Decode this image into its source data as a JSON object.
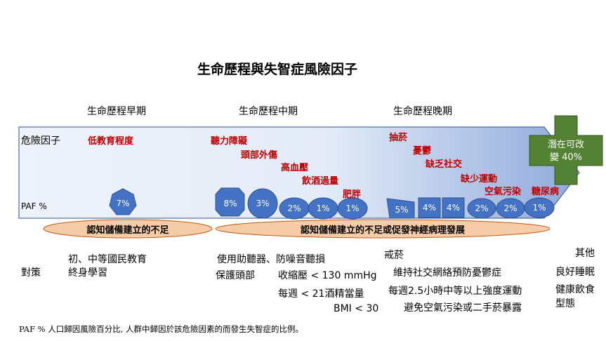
{
  "title": "生命歷程與失智症風險因子",
  "stages": [
    "生命歷程早期",
    "生命歷程中期",
    "生命歷程晚期"
  ],
  "row_labels": {
    "risk": "危險因子",
    "paf": "PAF %",
    "strategy": "對策"
  },
  "cross": {
    "line1": "潛在可改",
    "line2": "變 40%"
  },
  "risk_factors": [
    "低教育程度",
    "聽力障礙",
    "頭部外傷",
    "高血壓",
    "飲酒過量",
    "肥胖",
    "抽菸",
    "憂鬱",
    "缺乏社交",
    "缺少運動",
    "空氣污染",
    "糖尿病"
  ],
  "paf_values": [
    "7%",
    "8%",
    "3%",
    "2%",
    "1%",
    "1%",
    "5%",
    "4%",
    "4%",
    "2%",
    "2%",
    "1%"
  ],
  "ovals": [
    "認知儲備建立的不足",
    "認知儲備建立的不足或促發神經病理發展"
  ],
  "strategies": {
    "early": [
      "初、中等國民教育",
      "終身學習"
    ],
    "mid": [
      "使用助聽器、防噪音聽損",
      "保護頭部",
      "收縮壓 < 130 mmHg",
      "每週 < 21酒精當量",
      "BMI < 30"
    ],
    "late": [
      "戒菸",
      "維持社交網絡預防憂鬱症",
      "每週2.5小時中等以上強度運動",
      "避免空氣污染或二手菸暴露"
    ],
    "other": [
      "其他",
      "良好睡眠",
      "健康飲食",
      "型態"
    ]
  },
  "footnote": "PAF % 人口歸因風險百分比, 人群中歸因於該危險因素的而發生失智症的比例。",
  "colors": {
    "shape_fill": "#4472c4",
    "shape_stroke": "#2f528f",
    "cross_fill": "#548235",
    "oval_fill": "#f4cca8",
    "risk_text": "#c00000"
  }
}
